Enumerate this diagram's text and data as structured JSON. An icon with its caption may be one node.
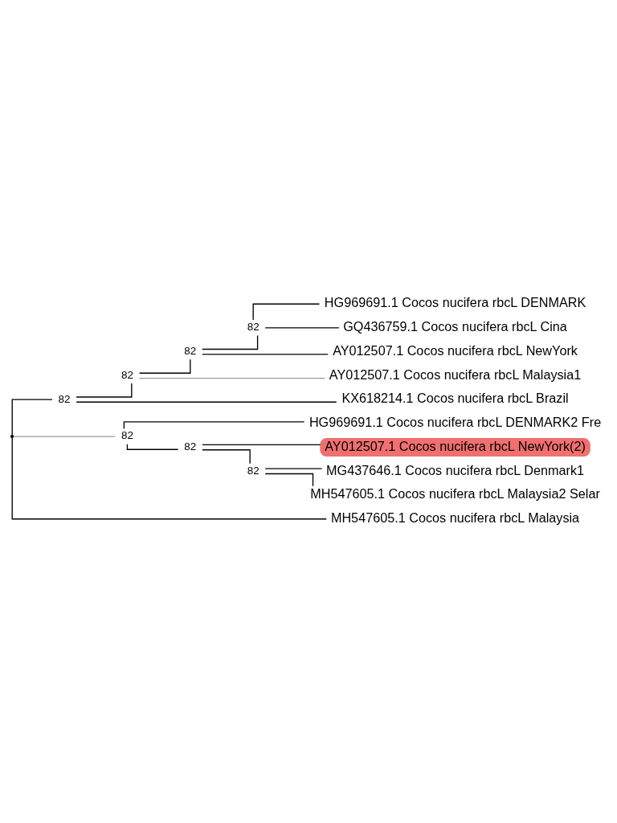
{
  "diagram": {
    "nodes": [
      {
        "text": [],
        "shape": "point"
      },
      {
        "text": [
          "82"
        ]
      },
      {
        "text": [
          "82"
        ]
      },
      {
        "text": [
          "82"
        ]
      },
      {
        "text": [
          "82"
        ]
      },
      {
        "text": [
          "HG969691.1 Cocos nucifera rbcL DENMARK"
        ]
      },
      {
        "text": [
          "GQ436759.1 Cocos nucifera rbcL Cina"
        ]
      },
      {
        "text": [
          "AY012507.1 Cocos nucifera rbcL NewYork"
        ]
      },
      {
        "text": [
          "AY012507.1 Cocos nucifera rbcL Malaysia1"
        ]
      },
      {
        "text": [
          "KX618214.1 Cocos nucifera rbcL Brazil"
        ]
      },
      {
        "text": [
          "82"
        ]
      },
      {
        "text": [
          "HG969691.1 Cocos nucifera rbcL DENMARK2 Fre"
        ]
      },
      {
        "text": [
          "82"
        ]
      },
      {
        "text": [
          "AY012507.1 Cocos nucifera rbcL NewYork(2)"
        ]
      },
      {
        "text": [
          "82"
        ]
      },
      {
        "text": [
          "MG437646.1 Cocos nucifera rbcL Denmark1"
        ]
      },
      {
        "text": [
          "MH547605.1 Cocos nucifera rbcL Malaysia2 Selar"
        ]
      },
      {
        "text": [
          "MH547605.1 Cocos nucifera rbcL Malaysia"
        ]
      }
    ],
    "edges": [
      {
        "from": 0,
        "to": 1,
        "arrow": "none"
      },
      {
        "from": 1,
        "to": 2,
        "arrow": "none"
      },
      {
        "from": 2,
        "to": 3,
        "arrow": "none"
      },
      {
        "from": 3,
        "to": 4,
        "arrow": "none"
      },
      {
        "from": 4,
        "to": 5,
        "arrow": "none"
      },
      {
        "from": 4,
        "to": 6,
        "arrow": "none"
      },
      {
        "from": 3,
        "to": 7,
        "arrow": "none"
      },
      {
        "from": 2,
        "to": 8,
        "arrow": "none",
        "color": "#999999"
      },
      {
        "from": 1,
        "to": 9,
        "arrow": "none"
      },
      {
        "from": 0,
        "to": 10,
        "arrow": "none",
        "color": "#999999"
      },
      {
        "from": 10,
        "to": 11,
        "arrow": "none"
      },
      {
        "from": 10,
        "to": 12,
        "arrow": "none"
      },
      {
        "from": 12,
        "to": 13,
        "arrow": "none"
      },
      {
        "from": 12,
        "to": 14,
        "arrow": "none"
      },
      {
        "from": 14,
        "to": 15,
        "arrow": "none"
      },
      {
        "from": 14,
        "to": 16,
        "arrow": "none"
      },
      {
        "from": 0,
        "to": 17,
        "arrow": "none"
      }
    ]
  }
}
